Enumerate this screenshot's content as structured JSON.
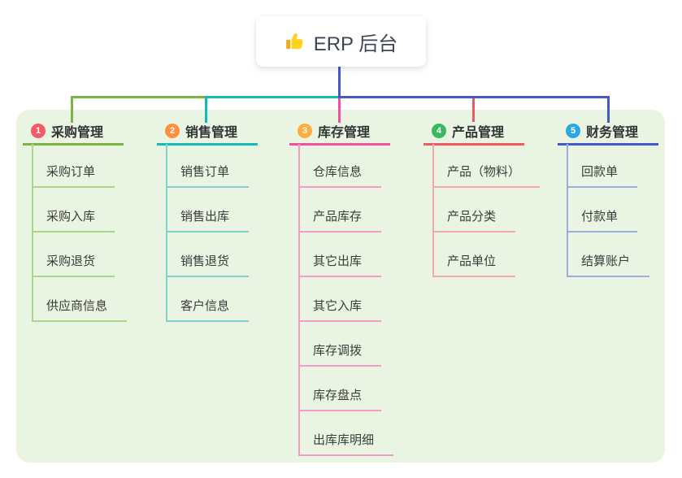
{
  "root": {
    "title": "ERP 后台",
    "icon": "thumbs-up-icon"
  },
  "palette": {
    "canvas_bg": "#ffffff",
    "panel_bg": "#e9f5e2",
    "root_text": "#3d4554",
    "header_text": "#333333",
    "item_text": "#3c3c3c",
    "stem_blue": "#4458cc"
  },
  "branches": [
    {
      "badge": "1",
      "label": "采购管理",
      "color": "#7cb342",
      "light_color": "#abd58a",
      "badge_color": "#f25b68",
      "items": [
        "采购订单",
        "采购入库",
        "采购退货",
        "供应商信息"
      ]
    },
    {
      "badge": "2",
      "label": "销售管理",
      "color": "#12bcb4",
      "light_color": "#7fd3cb",
      "badge_color": "#ff8f40",
      "items": [
        "销售订单",
        "销售出库",
        "销售退货",
        "客户信息"
      ]
    },
    {
      "badge": "3",
      "label": "库存管理",
      "color": "#f0509e",
      "light_color": "#f49cc6",
      "badge_color": "#fbae3e",
      "items": [
        "仓库信息",
        "产品库存",
        "其它出库",
        "其它入库",
        "库存调拨",
        "库存盘点",
        "出库库明细"
      ]
    },
    {
      "badge": "4",
      "label": "产品管理",
      "color": "#f25862",
      "light_color": "#f7a8ac",
      "badge_color": "#3bb860",
      "items": [
        "产品（物料）",
        "产品分类",
        "产品单位"
      ]
    },
    {
      "badge": "5",
      "label": "财务管理",
      "color": "#4458cc",
      "light_color": "#9daede",
      "badge_color": "#2ca8e0",
      "items": [
        "回款单",
        "付款单",
        "结算账户"
      ]
    }
  ]
}
